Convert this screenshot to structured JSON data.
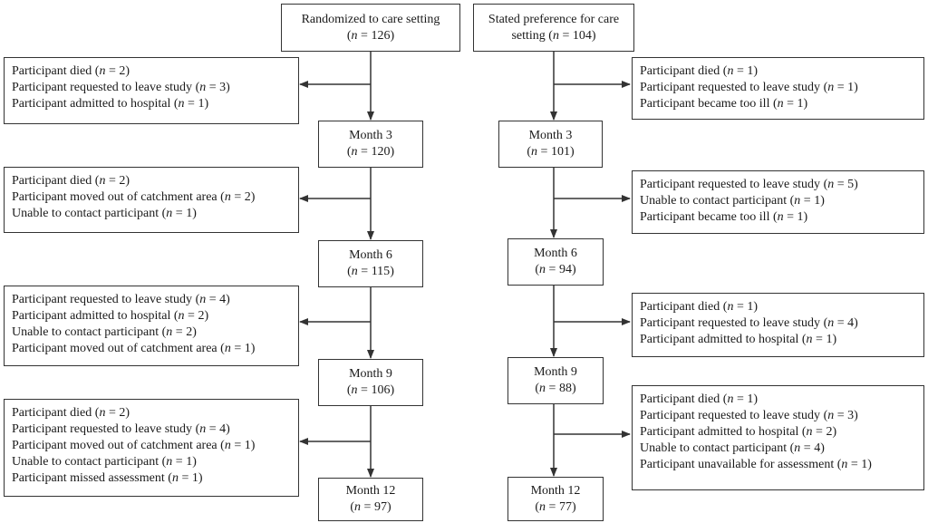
{
  "left": {
    "start": {
      "line1": "Randomized to care setting",
      "n": "126"
    },
    "m3": {
      "label": "Month 3",
      "n": "120"
    },
    "m6": {
      "label": "Month 6",
      "n": "115"
    },
    "m9": {
      "label": "Month 9",
      "n": "106"
    },
    "m12": {
      "label": "Month 12",
      "n": "97"
    },
    "exits": [
      [
        {
          "text": "Participant died",
          "n": "2"
        },
        {
          "text": "Participant requested to leave study",
          "n": "3"
        },
        {
          "text": "Participant admitted to hospital",
          "n": "1"
        }
      ],
      [
        {
          "text": "Participant died",
          "n": "2"
        },
        {
          "text": "Participant moved out of catchment area",
          "n": "2"
        },
        {
          "text": "Unable to contact participant",
          "n": "1"
        }
      ],
      [
        {
          "text": "Participant requested to leave study",
          "n": "4"
        },
        {
          "text": "Participant admitted to hospital",
          "n": "2"
        },
        {
          "text": "Unable to contact participant",
          "n": "2"
        },
        {
          "text": "Participant moved out of catchment area",
          "n": "1"
        }
      ],
      [
        {
          "text": "Participant died",
          "n": "2"
        },
        {
          "text": "Participant requested to leave study",
          "n": "4"
        },
        {
          "text": "Participant moved out of catchment area",
          "n": "1"
        },
        {
          "text": "Unable to contact participant",
          "n": "1"
        },
        {
          "text": "Participant missed assessment",
          "n": "1"
        }
      ]
    ]
  },
  "right": {
    "start": {
      "line1": "Stated preference for care",
      "line2_prefix": "setting",
      "n": "104"
    },
    "m3": {
      "label": "Month 3",
      "n": "101"
    },
    "m6": {
      "label": "Month 6",
      "n": "94"
    },
    "m9": {
      "label": "Month 9",
      "n": "88"
    },
    "m12": {
      "label": "Month 12",
      "n": "77"
    },
    "exits": [
      [
        {
          "text": "Participant died",
          "n": "1"
        },
        {
          "text": "Participant requested to leave study",
          "n": "1"
        },
        {
          "text": "Participant became too ill",
          "n": "1"
        }
      ],
      [
        {
          "text": "Participant requested to leave study",
          "n": "5"
        },
        {
          "text": "Unable to contact participant",
          "n": "1"
        },
        {
          "text": "Participant became too ill",
          "n": "1"
        }
      ],
      [
        {
          "text": "Participant died",
          "n": "1"
        },
        {
          "text": "Participant requested to leave study",
          "n": "4"
        },
        {
          "text": "Participant admitted to hospital",
          "n": "1"
        }
      ],
      [
        {
          "text": "Participant died",
          "n": "1"
        },
        {
          "text": "Participant requested to leave study",
          "n": "3"
        },
        {
          "text": "Participant admitted to hospital",
          "n": "2"
        },
        {
          "text": "Unable to contact participant",
          "n": "4"
        },
        {
          "text": "Participant unavailable for assessment",
          "n": "1"
        }
      ]
    ]
  }
}
